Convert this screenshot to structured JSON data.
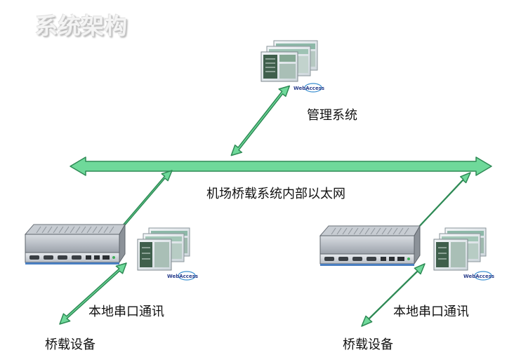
{
  "title": "系统架构",
  "labels": {
    "management": "管理系统",
    "network": "机场桥载系统内部以太网",
    "serial_left": "本地串口通讯",
    "serial_right": "本地串口通讯",
    "device_left": "桥载设备",
    "device_right": "桥载设备"
  },
  "logo": "WebAccess",
  "colors": {
    "arrow_fill": "#6fd99a",
    "arrow_stroke": "#2e8a55",
    "title": "#f4f4f4"
  }
}
